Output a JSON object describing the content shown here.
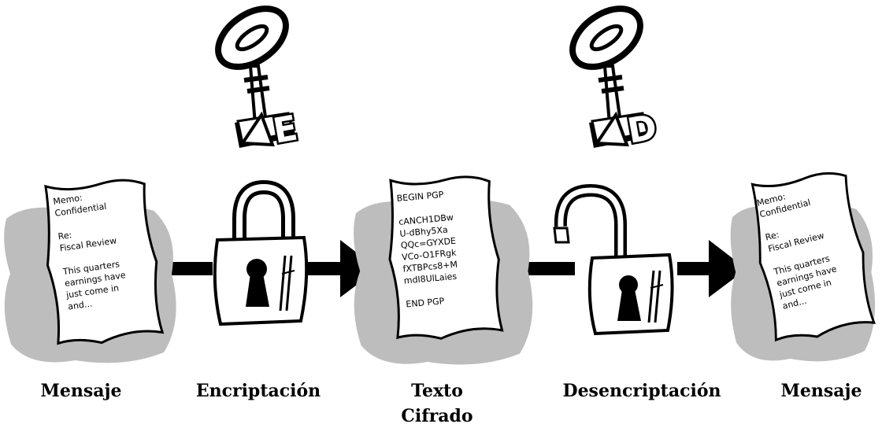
{
  "diagram": {
    "labels": {
      "message_in": "Mensaje",
      "encryption": "Encriptación",
      "ciphertext_line1": "Texto",
      "ciphertext_line2": "Cifrado",
      "decryption": "Desencriptación",
      "message_out": "Mensaje"
    },
    "keys": {
      "encrypt_key_letters": "E",
      "decrypt_key_letters": "D"
    },
    "plain_doc": {
      "lines": [
        "Memo:",
        "Confidential",
        "",
        "Re:",
        "Fiscal Review",
        "",
        "This quarters",
        "earnings have",
        "just come in",
        "and..."
      ]
    },
    "cipher_doc": {
      "lines": [
        "BEGIN PGP",
        "",
        "cANCH1DBw",
        "U-dBhy5Xa",
        "QQc=GYXDE",
        "VCo-O1FRgk",
        "fXTBPcs8+M",
        "mdI8UlLaies",
        "",
        "END PGP"
      ]
    },
    "plain_doc_out": {
      "lines": [
        "Memo:",
        "Confidential",
        "",
        "Re:",
        "Fiscal Review",
        "",
        "This quarters",
        "earnings have",
        "just come in",
        "and..."
      ]
    },
    "colors": {
      "ink": "#000000",
      "shadow": "#bdbdbd",
      "paper": "#ffffff"
    }
  }
}
